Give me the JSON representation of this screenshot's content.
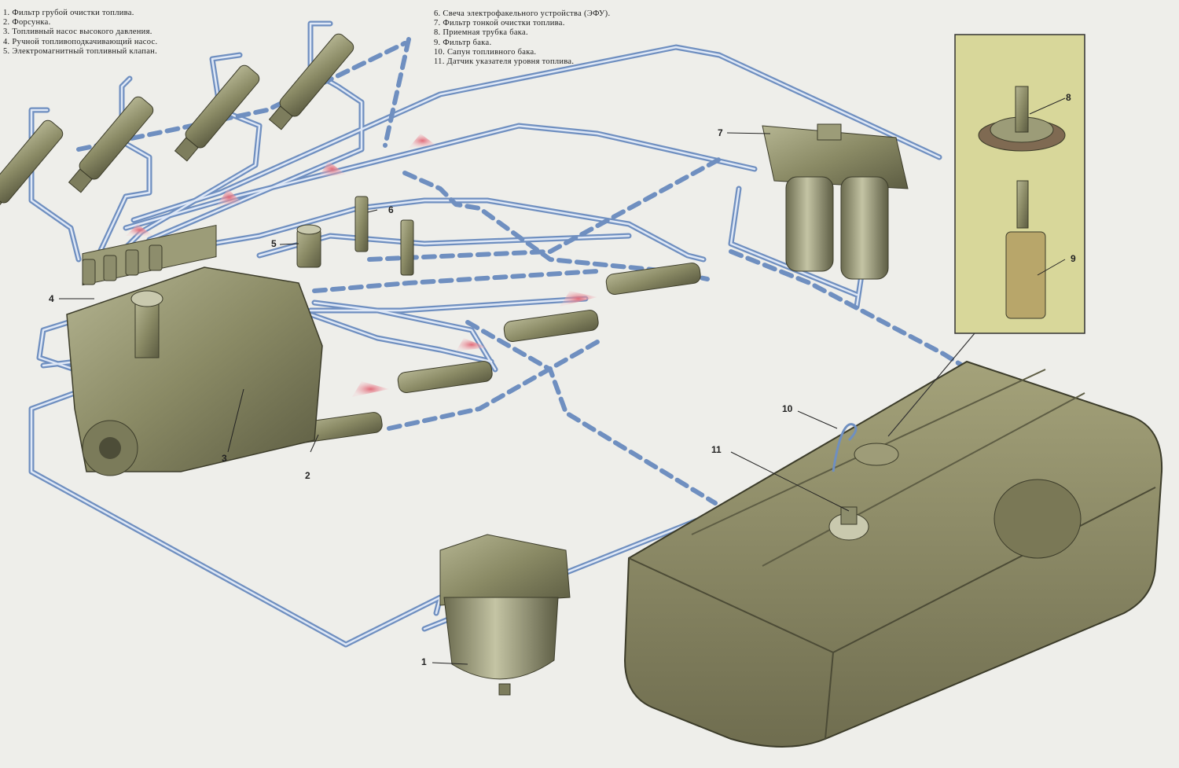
{
  "legend_left": [
    "1. Фильтр грубой очистки топлива.",
    "2. Форсунка.",
    "3. Топливный насос высокого давления.",
    "4. Ручной топливоподкачивающий насос.",
    "5. Электромагнитный топливный клапан."
  ],
  "legend_right": [
    "6. Свеча электрофакельного устройства (ЭФУ).",
    "7. Фильтр тонкой очистки топлива.",
    "8. Приемная трубка бака.",
    "9. Фильтр бака.",
    "10. Сапун топливного бака.",
    "11. Датчик указателя уровня топлива."
  ],
  "callouts": {
    "c1": "1",
    "c2": "2",
    "c3": "3",
    "c4": "4",
    "c5": "5",
    "c6": "6",
    "c7": "7",
    "c8": "8",
    "c9": "9",
    "c10": "10",
    "c11": "11"
  },
  "colors": {
    "background": "#eeeeea",
    "fuel_line": "#6f8fc0",
    "fuel_line_core": "#dfe8f6",
    "metal": "#8e8e6a",
    "tank": "#8c8a66",
    "inset_background": "#d8d79a",
    "spray": "#e27a86"
  }
}
